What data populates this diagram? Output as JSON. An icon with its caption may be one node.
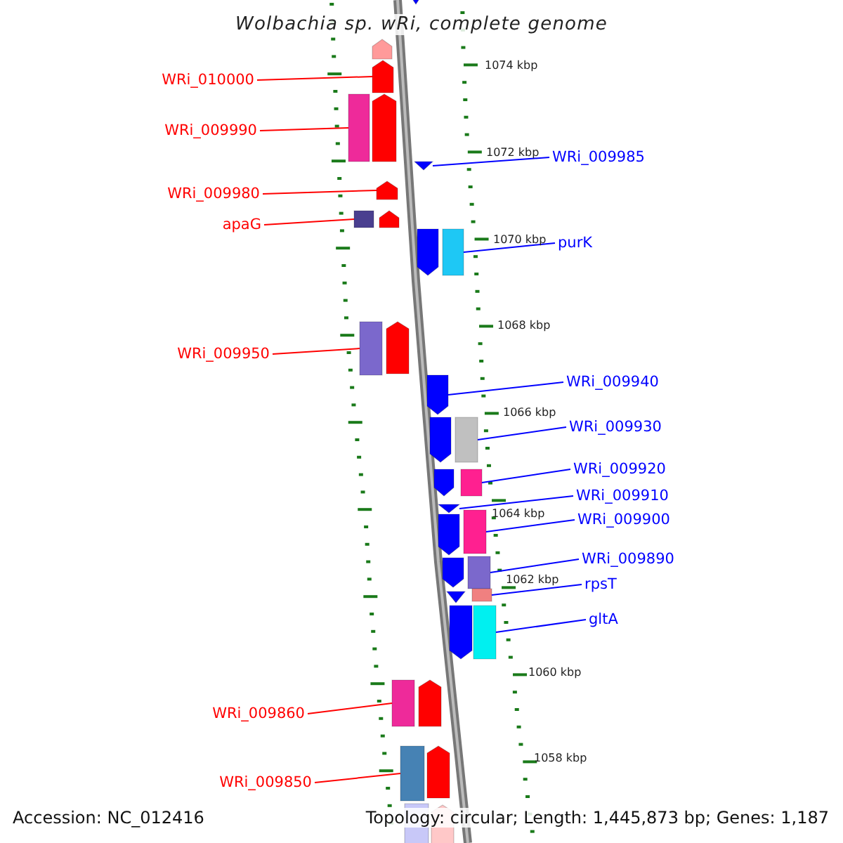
{
  "diagram": {
    "title": "Wolbachia sp. wRi, complete genome",
    "nodes": [
      {
        "text": [
          "WRi_010000"
        ]
      },
      {
        "text": [],
        "shape": "arrow"
      },
      {
        "text": [
          "WRi_009990"
        ]
      },
      {
        "text": [],
        "shape": "box"
      },
      {
        "text": [
          "WRi_009985"
        ]
      },
      {
        "text": [],
        "shape": "triangle"
      },
      {
        "text": [
          "WRi_009980"
        ]
      },
      {
        "text": [],
        "shape": "arrow"
      },
      {
        "text": [
          "apaG"
        ]
      },
      {
        "text": [],
        "shape": "box"
      },
      {
        "text": [
          "purK"
        ]
      },
      {
        "text": [],
        "shape": "box"
      },
      {
        "text": [
          "WRi_009950"
        ]
      },
      {
        "text": [],
        "shape": "box"
      },
      {
        "text": [
          "WRi_009940"
        ]
      },
      {
        "text": [],
        "shape": "arrow"
      },
      {
        "text": [
          "WRi_009930"
        ]
      },
      {
        "text": [],
        "shape": "box"
      },
      {
        "text": [
          "WRi_009920"
        ]
      },
      {
        "text": [],
        "shape": "box"
      },
      {
        "text": [
          "WRi_009910"
        ]
      },
      {
        "text": [],
        "shape": "triangle"
      },
      {
        "text": [
          "WRi_009900"
        ]
      },
      {
        "text": [],
        "shape": "box"
      },
      {
        "text": [
          "WRi_009890"
        ]
      },
      {
        "text": [],
        "shape": "box"
      },
      {
        "text": [
          "rpsT"
        ]
      },
      {
        "text": [],
        "shape": "box"
      },
      {
        "text": [
          "gltA"
        ]
      },
      {
        "text": [],
        "shape": "box"
      },
      {
        "text": [
          "WRi_009860"
        ]
      },
      {
        "text": [],
        "shape": "box"
      },
      {
        "text": [
          "WRi_009850"
        ]
      },
      {
        "text": [],
        "shape": "box"
      },
      {
        "text": [],
        "shape": "arrow"
      },
      {
        "text": [],
        "shape": "arrow"
      },
      {
        "text": [],
        "shape": "arrow"
      },
      {
        "text": [],
        "shape": "arrow"
      },
      {
        "text": [],
        "shape": "arrow"
      },
      {
        "text": [],
        "shape": "arrow"
      },
      {
        "text": [],
        "shape": "arrow"
      },
      {
        "text": [],
        "shape": "arrow"
      },
      {
        "text": [],
        "shape": "arrow"
      },
      {
        "text": [],
        "shape": "arrow"
      },
      {
        "text": [],
        "shape": "triangle"
      },
      {
        "text": [],
        "shape": "arrow"
      },
      {
        "text": [],
        "shape": "arrow"
      },
      {
        "text": [],
        "shape": "arrow"
      },
      {
        "text": [],
        "shape": "box"
      },
      {
        "text": [],
        "shape": "arrow"
      }
    ],
    "edges": [
      {
        "from": 0,
        "to": 1,
        "arrow": "none",
        "color": "#ff0000"
      },
      {
        "from": 2,
        "to": 3,
        "arrow": "none",
        "color": "#ff0000"
      },
      {
        "from": 4,
        "to": 5,
        "arrow": "none"
      },
      {
        "from": 6,
        "to": 7,
        "arrow": "none",
        "color": "#ff0000"
      },
      {
        "from": 8,
        "to": 9,
        "arrow": "none",
        "color": "#ff0000"
      },
      {
        "from": 10,
        "to": 11,
        "arrow": "none"
      },
      {
        "from": 12,
        "to": 13,
        "arrow": "none",
        "color": "#ff0000"
      },
      {
        "from": 14,
        "to": 15,
        "arrow": "none"
      },
      {
        "from": 16,
        "to": 17,
        "arrow": "none"
      },
      {
        "from": 18,
        "to": 19,
        "arrow": "none"
      },
      {
        "from": 20,
        "to": 21,
        "arrow": "none"
      },
      {
        "from": 22,
        "to": 23,
        "arrow": "none"
      },
      {
        "from": 24,
        "to": 25,
        "arrow": "none"
      },
      {
        "from": 26,
        "to": 27,
        "arrow": "none"
      },
      {
        "from": 28,
        "to": 29,
        "arrow": "none"
      },
      {
        "from": 30,
        "to": 31,
        "arrow": "none",
        "color": "#ff0000"
      },
      {
        "from": 32,
        "to": 33,
        "arrow": "none",
        "color": "#ff0000"
      }
    ],
    "labels": [
      "1074 kbp",
      "1072 kbp",
      "1070 kbp",
      "1068 kbp",
      "1066 kbp",
      "1064 kbp",
      "1062 kbp",
      "1060 kbp",
      "1058 kbp",
      "Accession: NC_012416",
      "Topology: circular; Length: 1,445,873 bp; Genes: 1,187"
    ]
  }
}
